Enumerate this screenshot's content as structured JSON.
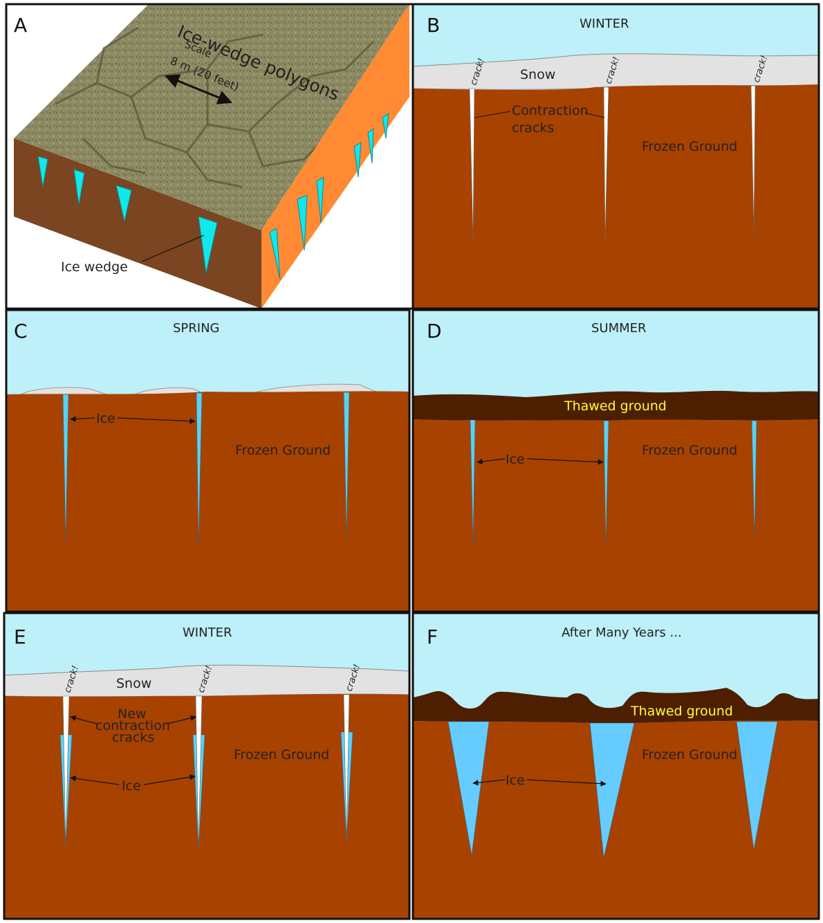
{
  "colors": {
    "sky": "#bdf0f8",
    "snow": "#e2e2e2",
    "frozen_ground": "#a84200",
    "thawed_ground": "#4e1e00",
    "ice": "#5cd0f0",
    "ice_deep": "#66ccff",
    "block_top": "#8a8a5e",
    "block_front": "#7a4520",
    "block_side": "#ff8a33",
    "wedge_cyan": "#10e8ec",
    "thawed_label": "#ffff33",
    "frame": "#111111"
  },
  "panel_a": {
    "letter": "A",
    "title": "Ice-wedge polygons",
    "scale_label": "Scale",
    "scale_value": "8 m (20 feet)",
    "wedge_label": "Ice wedge"
  },
  "panel_b": {
    "letter": "B",
    "season": "WINTER",
    "snow": "Snow",
    "crack": "crack!",
    "cracks_label_line1": "Contraction",
    "cracks_label_line2": "cracks",
    "ground": "Frozen Ground"
  },
  "panel_c": {
    "letter": "C",
    "season": "SPRING",
    "ice": "Ice",
    "ground": "Frozen Ground"
  },
  "panel_d": {
    "letter": "D",
    "season": "SUMMER",
    "thawed": "Thawed ground",
    "ice": "Ice",
    "ground": "Frozen Ground"
  },
  "panel_e": {
    "letter": "E",
    "season": "WINTER",
    "snow": "Snow",
    "crack": "crack!",
    "new_line1": "New",
    "new_line2": "contraction",
    "new_line3": "cracks",
    "ice": "Ice",
    "ground": "Frozen Ground"
  },
  "panel_f": {
    "letter": "F",
    "season": "After Many Years ...",
    "thawed": "Thawed ground",
    "ice": "Ice",
    "ground": "Frozen Ground"
  }
}
